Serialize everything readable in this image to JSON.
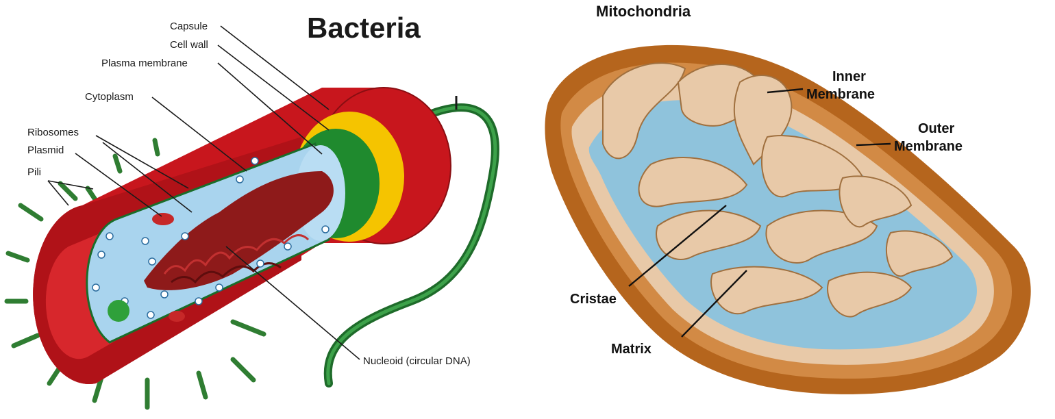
{
  "bacteria": {
    "title": "Bacteria",
    "labels": {
      "capsule": "Capsule",
      "cell_wall": "Cell wall",
      "plasma_membrane": "Plasma membrane",
      "cytoplasm": "Cytoplasm",
      "ribosomes": "Ribosomes",
      "plasmid": "Plasmid",
      "pili": "Pili",
      "nucleoid": "Nucleoid (circular DNA)"
    },
    "colors": {
      "capsule": "#c8161d",
      "cell_wall": "#f5c400",
      "plasma_membrane": "#1f8a2e",
      "cytoplasm": "#a9d4ee",
      "nucleoid": "#8e1a1a",
      "flagellum": "#2e7d32"
    }
  },
  "mitochondria": {
    "title": "Mitochondria",
    "labels": {
      "inner_membrane_1": "Inner",
      "inner_membrane_2": "Membrane",
      "outer_membrane_1": "Outer",
      "outer_membrane_2": "Membrane",
      "cristae": "Cristae",
      "matrix": "Matrix"
    },
    "colors": {
      "outer": "#b5651d",
      "inner": "#e8c9a8",
      "matrix": "#8fc3dc"
    }
  }
}
